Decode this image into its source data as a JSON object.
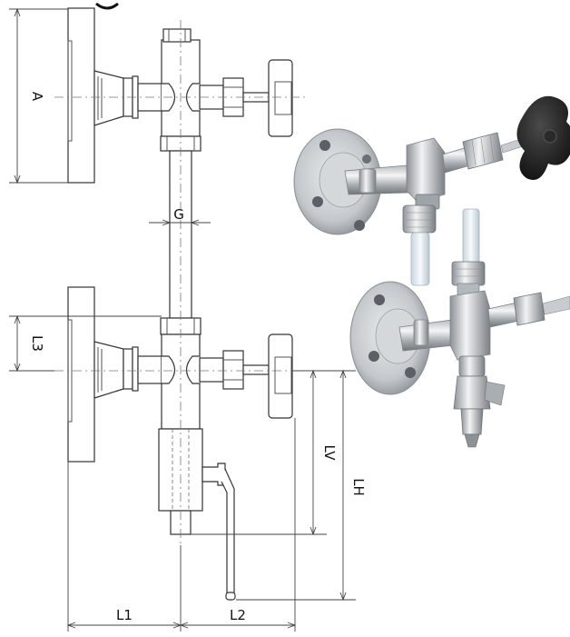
{
  "dimensions": {
    "A": "A",
    "G": "G",
    "L3": "L3",
    "LV": "LV",
    "LH": "LH",
    "L1": "L1",
    "L2": "L2"
  },
  "colors": {
    "line": "#333333",
    "metal_light": "#e6e8ea",
    "metal_dark": "#7d8287",
    "handwheel": "#1e1e1e",
    "glass": "#dfe9ef"
  }
}
